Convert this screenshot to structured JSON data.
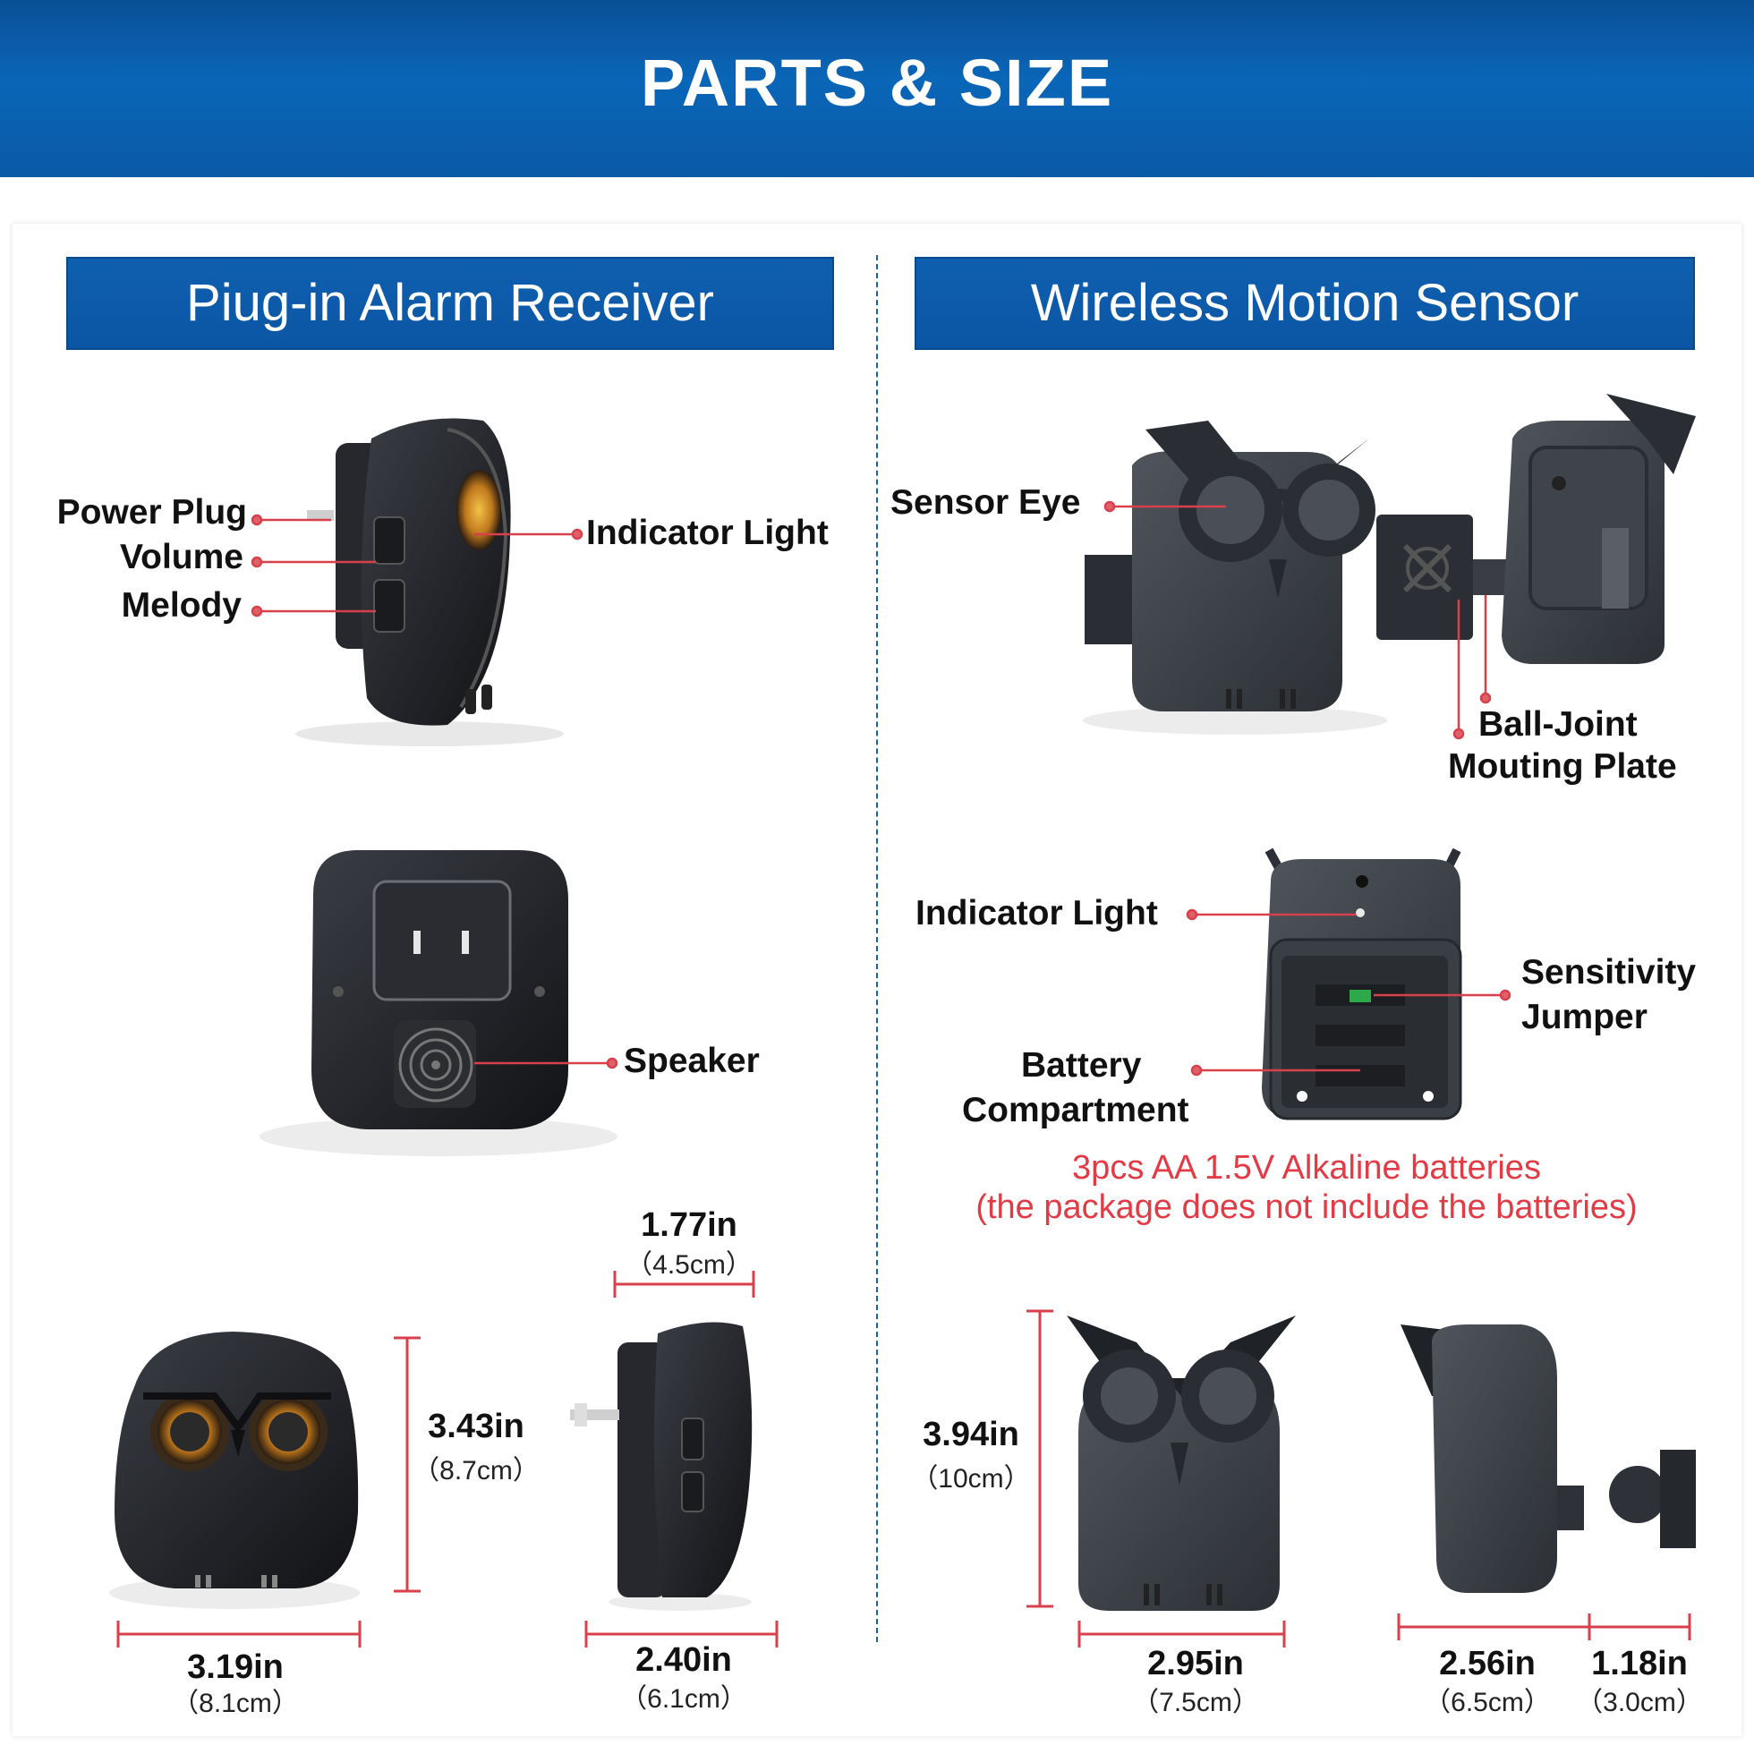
{
  "header": {
    "title": "PARTS & SIZE"
  },
  "left_section": {
    "title": "Piug-in Alarm Receiver",
    "labels": {
      "power_plug": "Power Plug",
      "volume": "Volume",
      "melody": "Melody",
      "indicator_light": "Indicator Light",
      "speaker": "Speaker"
    },
    "dimensions": {
      "depth_top": {
        "value": "1.77in",
        "metric": "（4.5cm）"
      },
      "height": {
        "value": "3.43in",
        "metric": "（8.7cm）"
      },
      "width": {
        "value": "3.19in",
        "metric": "（8.1cm）"
      },
      "depth": {
        "value": "2.40in",
        "metric": "（6.1cm）"
      }
    }
  },
  "right_section": {
    "title": "Wireless Motion Sensor",
    "labels": {
      "sensor_eye": "Sensor Eye",
      "ball_joint_1": "Ball-Joint",
      "ball_joint_2": "Mouting Plate",
      "indicator_light": "Indicator Light",
      "sensitivity_1": "Sensitivity",
      "sensitivity_2": "Jumper",
      "battery_1": "Battery",
      "battery_2": "Compartment"
    },
    "battery_note": {
      "line1": "3pcs AA 1.5V Alkaline batteries",
      "line2": "(the package does not include the batteries)"
    },
    "dimensions": {
      "height": {
        "value": "3.94in",
        "metric": "（10cm）"
      },
      "width": {
        "value": "2.95in",
        "metric": "（7.5cm）"
      },
      "depth": {
        "value": "2.56in",
        "metric": "（6.5cm）"
      },
      "plate": {
        "value": "1.18in",
        "metric": "（3.0cm）"
      }
    }
  },
  "colors": {
    "header_blue": "#0a5aa6",
    "accent_red": "#d8404c",
    "device_black": "#1c1e22",
    "sensor_gray": "#3a3e44"
  }
}
